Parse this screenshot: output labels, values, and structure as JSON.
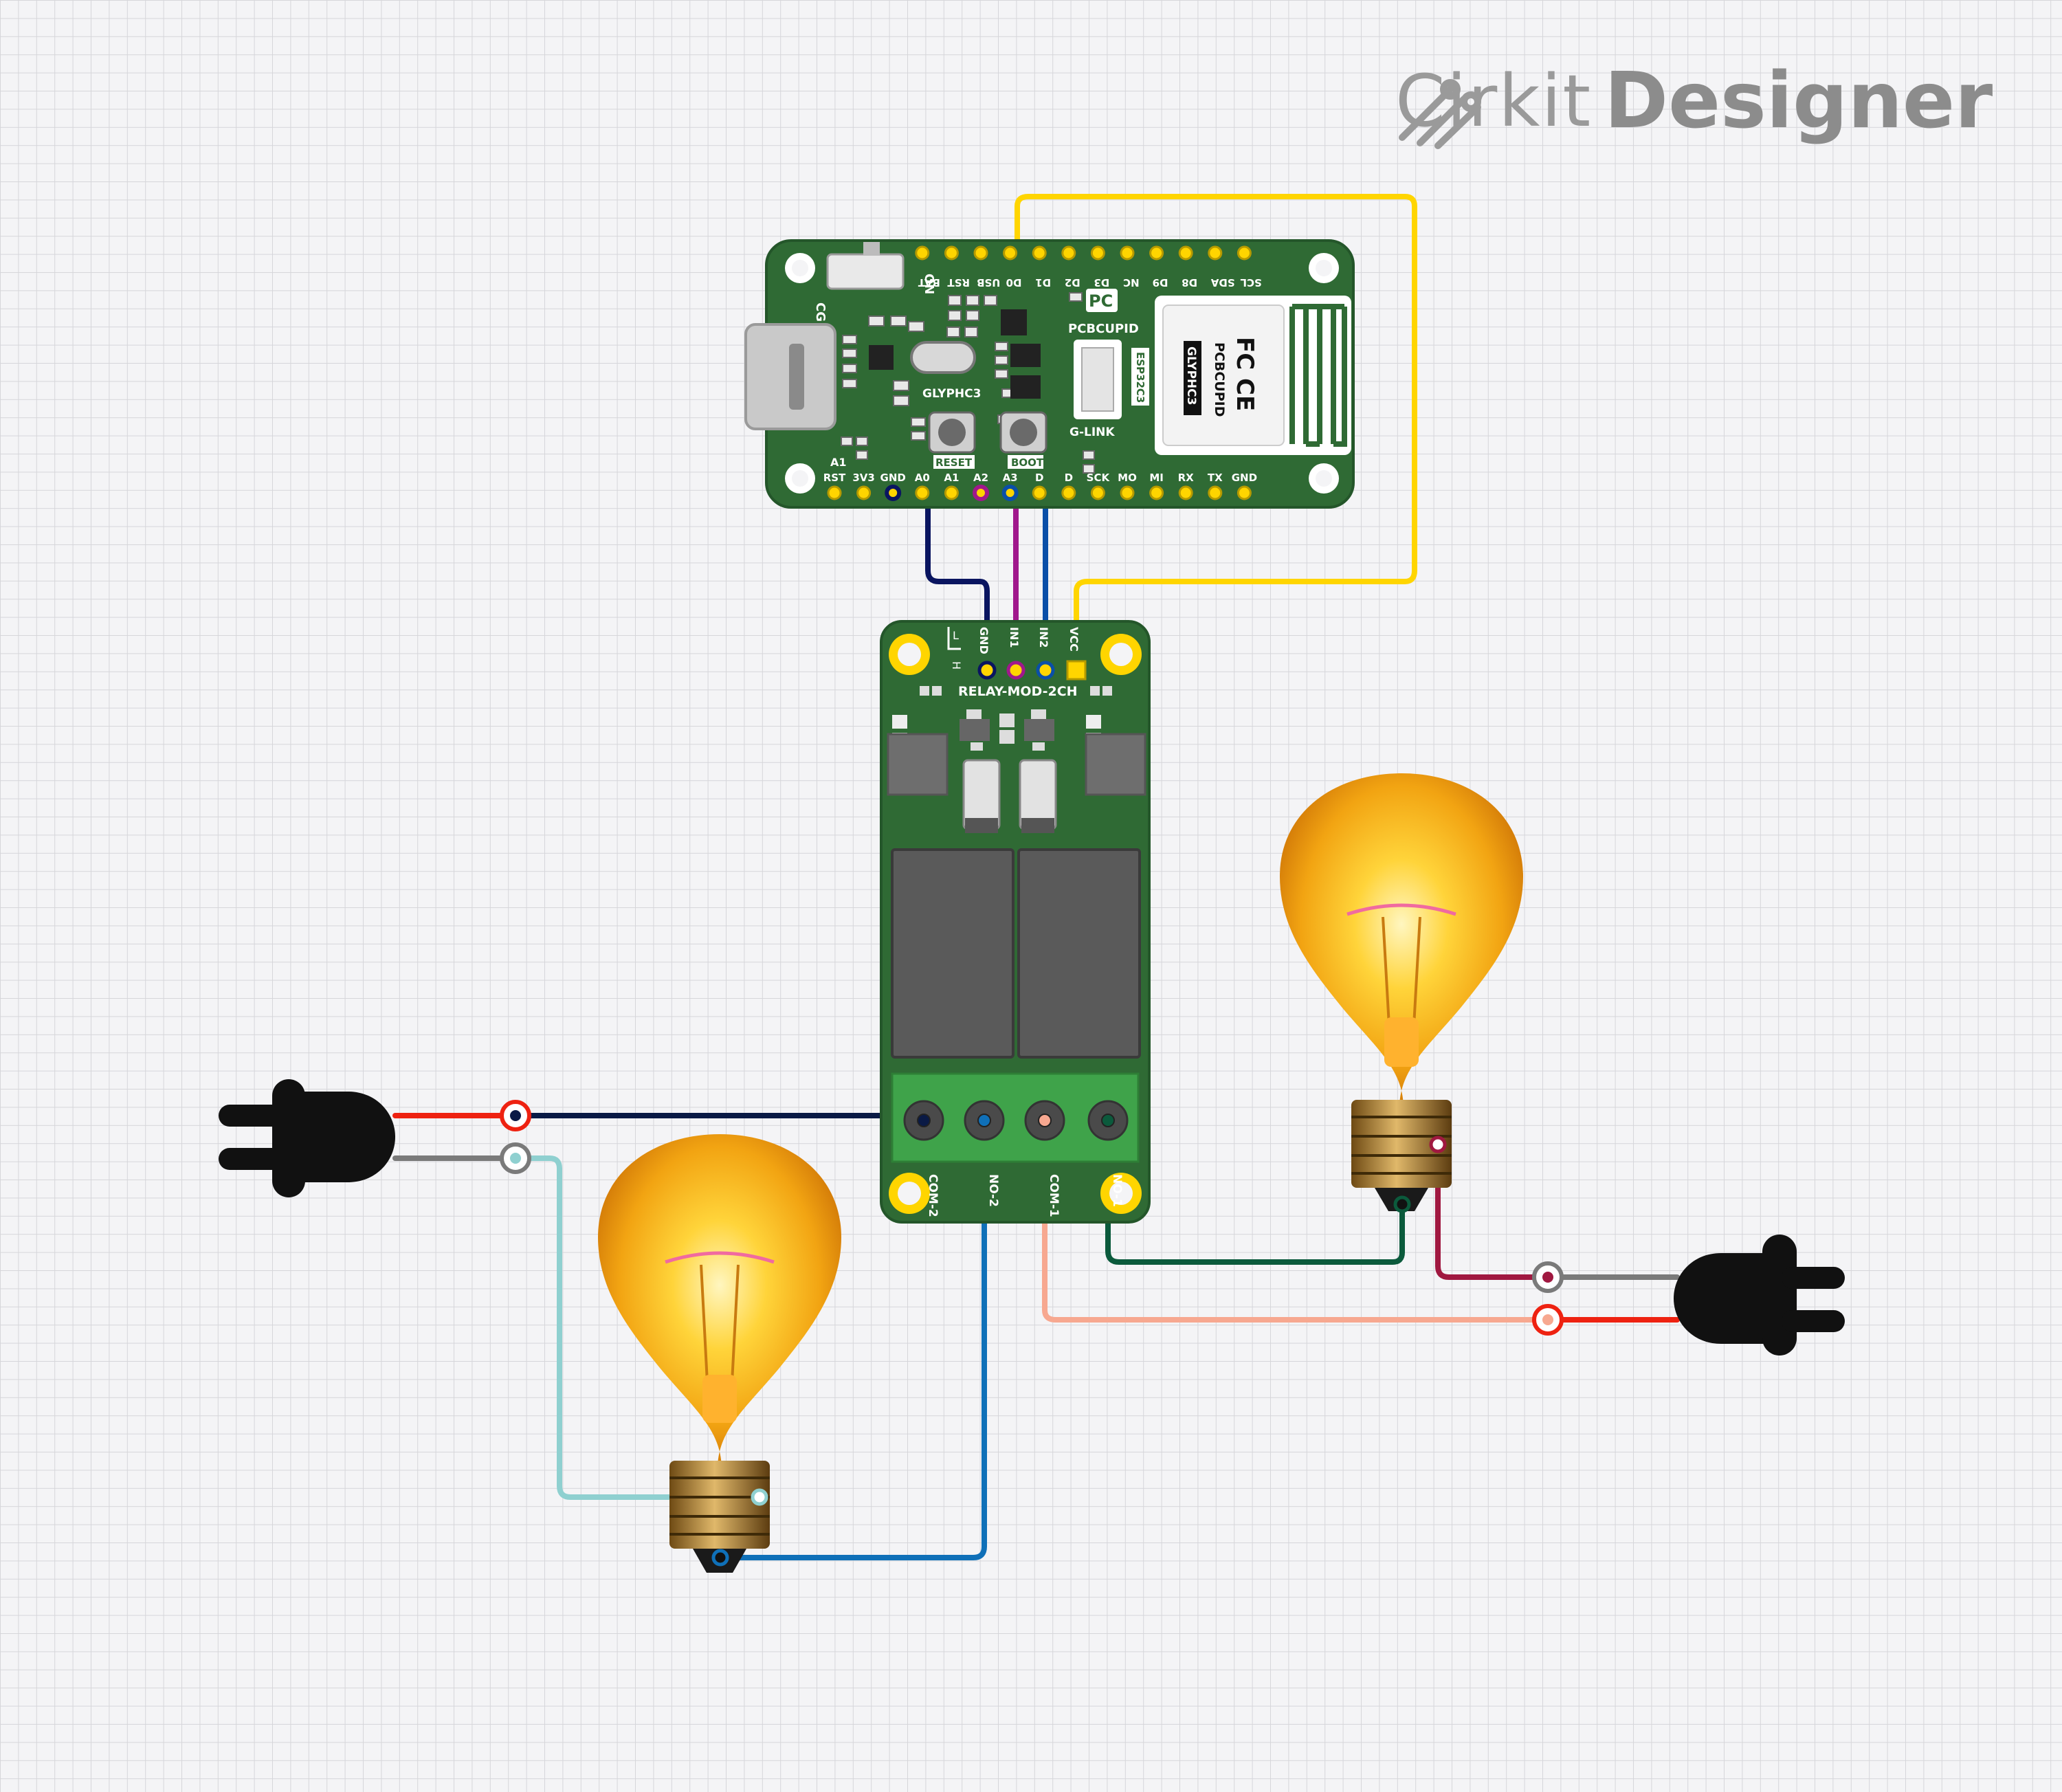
{
  "brand": {
    "word1": "Cirkit",
    "word2": "Designer"
  },
  "mcu": {
    "switch_label": "ON",
    "cg_label": "CG",
    "chip_label": "GLYPHC3",
    "logo": "PC",
    "brand_label": "PCBCUPID",
    "glink_label": "G-LINK",
    "esp_label": "ESP32C3",
    "a1_label": "A1",
    "reset_label": "RESET",
    "boot_label": "BOOT",
    "module": {
      "fc": "FC",
      "ce": "CE",
      "line1": "PCBCUPID",
      "line2": "GLYPHC3"
    },
    "top_pins": [
      "BAT",
      "RST",
      "USB",
      "D0",
      "D1",
      "D2",
      "D3",
      "NC",
      "D9",
      "D8",
      "SDA",
      "SCL"
    ],
    "bottom_pins": [
      "RST",
      "3V3",
      "GND",
      "A0",
      "A1",
      "A2",
      "A3",
      "D",
      "D",
      "SCK",
      "MO",
      "MI",
      "RX",
      "TX",
      "GND"
    ]
  },
  "relay": {
    "title": "RELAY-MOD-2CH",
    "header_pins": [
      "GND",
      "IN1",
      "IN2",
      "VCC"
    ],
    "jumper_l": "L",
    "jumper_h": "H",
    "terminals": [
      "COM-2",
      "NO-2",
      "COM-1",
      "NO-1"
    ]
  },
  "wire_colors": {
    "usb": "#ffd500",
    "gnd": "#0a1560",
    "a2": "#a0188c",
    "a3": "#0a4fa8",
    "plug1_live": "#ee2211",
    "plug1_neutral": "#7a7a7a",
    "com2": "#0a1a45",
    "bulb1_base": "#8fd0d0",
    "no2": "#0f70b8",
    "com1": "#f7a890",
    "no1": "#0b5a3c",
    "bulb2_base": "#a01840",
    "plug2_live": "#ee2211",
    "plug2_neutral": "#7a7a7a"
  }
}
